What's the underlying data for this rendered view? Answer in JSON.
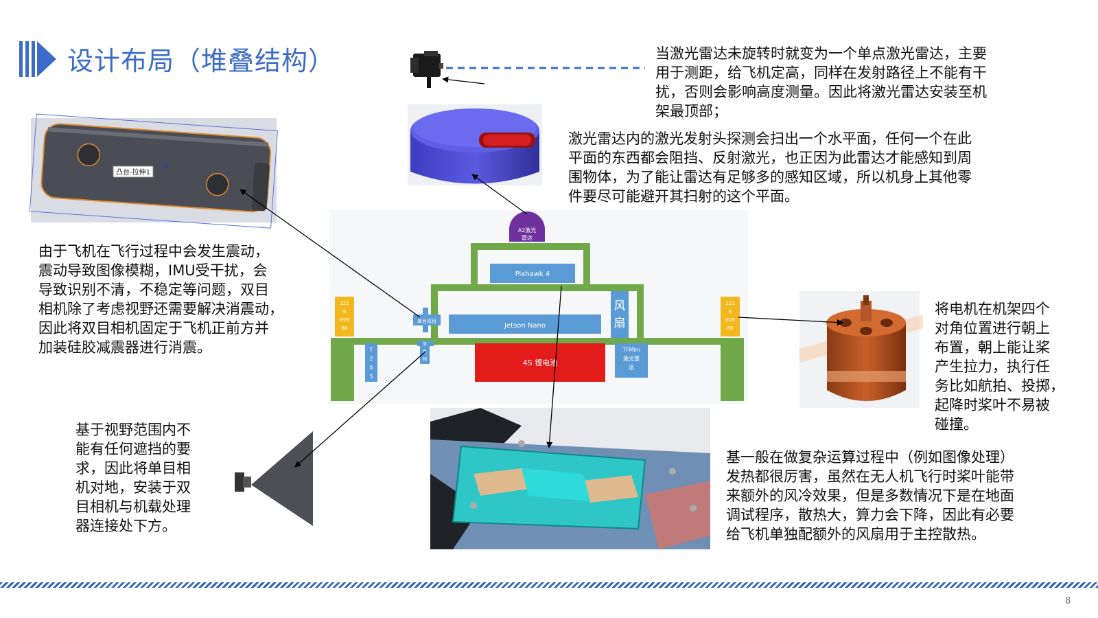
{
  "slide": {
    "title": "设计布局（堆叠结构）",
    "page_number": "8"
  },
  "colors": {
    "accent": "#3b6cc7",
    "frame_green": "#70a84a",
    "battery_red": "#e31b1b",
    "board_blue": "#5b9bd5",
    "motor_label_yellow": "#f2b81e",
    "lidar_purple": "#7030a0"
  },
  "paragraphs": {
    "lidar_top": [
      "当激光雷达未旋转时就变为一个单点激光雷达，主要",
      "用于测距，给飞机定高，同样在发射路径上不能有干",
      "扰，否则会影响高度测量。因此将激光雷达安装至机",
      "架最顶部；"
    ],
    "lidar_plane": [
      "激光雷达内的激光发射头探测会扫出一个水平面，任何一个在此",
      "平面的东西都会阻挡、反射激光，也正因为此雷达才能感知到周",
      "围物体，为了能让雷达有足够多的感知区域，所以机身上其他零",
      "件要尽可能避开其扫射的这个平面。"
    ],
    "vibration": [
      "由于飞机在飞行过程中会发生震动，",
      "震动导致图像模糊，IMU受干扰，会",
      "导致识别不清，不稳定等问题，双目",
      "相机除了考虑视野还需要解决消震动，",
      "因此将双目相机固定于飞机正前方并",
      "加装硅胶减震器进行消震。"
    ],
    "mono": [
      "基于视野范围内不",
      "能有任何遮挡的要",
      "求，因此将单目相",
      "机对地，安装于双",
      "目相机与机载处理",
      "器连接处下方。"
    ],
    "motor": [
      "将电机在机架四个",
      "对角位置进行朝上",
      "布置，朝上能让桨",
      "产生拉力，执行任",
      "务比如航拍、投掷，",
      "起降时桨叶不易被",
      "碰撞。"
    ],
    "fan": [
      "基一般在做复杂运算过程中（例如图像处理）",
      "发热都很厉害，虽然在无人机飞行时桨叶能带",
      "来额外的风冷效果，但是多数情况下是在地面",
      "调试程序，散热大，算力会下降，因此有必要",
      "给飞机单独配额外的风扇用于主控散热。"
    ]
  },
  "stack_diagram": {
    "lidar_label": [
      "A2激光",
      "雷达"
    ],
    "pixhawk": "Pixhawk 4",
    "jetson": "Jetson Nano",
    "battery": "4S 锂电池",
    "fan": [
      "风",
      "扇"
    ],
    "motor_left": [
      "221",
      "6",
      "KV8",
      "80"
    ],
    "motor_right": [
      "221",
      "6",
      "KV8",
      "80"
    ],
    "t265": [
      "T",
      "2",
      "6",
      "5"
    ],
    "tfmini": [
      "TFMini",
      "激光雷",
      "达"
    ],
    "stereo_cam": "单目双目",
    "mono_cam": [
      "单",
      "目",
      "相"
    ]
  },
  "stereo_cam_tag": "凸台-拉伸1"
}
